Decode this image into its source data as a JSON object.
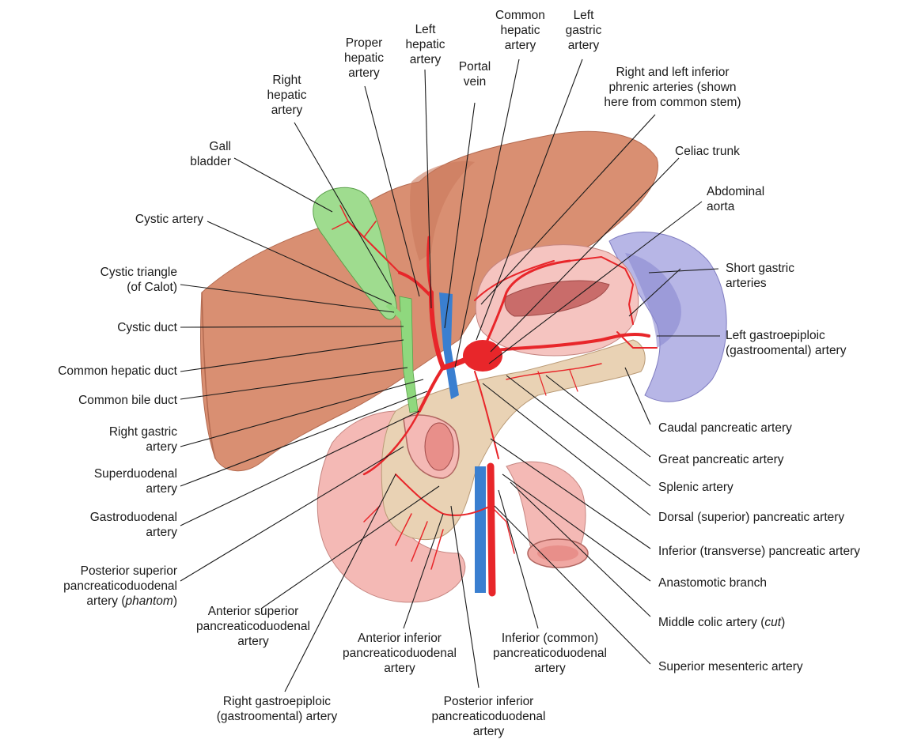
{
  "labels": {
    "proper_hepatic": "Proper\nhepatic\nartery",
    "left_hepatic": "Left\nhepatic\nartery",
    "common_hepatic": "Common\nhepatic\nartery",
    "left_gastric": "Left\ngastric\nartery",
    "right_hepatic": "Right\nhepatic\nartery",
    "portal_vein": "Portal\nvein",
    "phrenic": "Right and left inferior\nphrenic arteries (shown\nhere from common stem)",
    "celiac_trunk": "Celiac trunk",
    "gall_bladder": "Gall\nbladder",
    "abdominal_aorta": "Abdominal\naorta",
    "cystic_artery": "Cystic artery",
    "cystic_triangle": "Cystic triangle\n(of Calot)",
    "short_gastric": "Short gastric\narteries",
    "cystic_duct": "Cystic duct",
    "left_gastroepiploic": "Left gastroepiploic\n(gastroomental) artery",
    "common_hepatic_duct": "Common hepatic duct",
    "common_bile_duct": "Common bile duct",
    "caudal_pancreatic": "Caudal pancreatic artery",
    "right_gastric": "Right gastric\nartery",
    "great_pancreatic": "Great pancreatic artery",
    "superduodenal": "Superduodenal\nartery",
    "splenic": "Splenic artery",
    "gastroduodenal": "Gastroduodenal\nartery",
    "dorsal_pancreatic": "Dorsal (superior) pancreatic artery",
    "inferior_pancreatic": "Inferior (transverse) pancreatic artery",
    "post_sup_pd_a": "Posterior superior\npancreaticoduodenal\nartery (",
    "post_sup_pd_phantom": "phantom",
    "post_sup_pd_b": ")",
    "anastomotic": "Anastomotic branch",
    "ant_sup_pd": "Anterior superior\npancreaticoduodenal\nartery",
    "middle_colic_a": "Middle colic artery (",
    "middle_colic_cut": "cut",
    "middle_colic_b": ")",
    "ant_inf_pd": "Anterior inferior\npancreaticoduodenal\nartery",
    "inf_common_pd": "Inferior (common)\npancreaticoduodenal\nartery",
    "superior_mesenteric": "Superior mesenteric artery",
    "right_gastroepiploic": "Right gastroepiploic\n(gastroomental) artery",
    "post_inf_pd": "Posterior inferior\npancreaticoduodenal\nartery"
  },
  "colors": {
    "liver": "#d98f72",
    "liver_shadow": "#c97a5e",
    "gallbladder": "#9fdc8f",
    "stomach": "#f5c4c0",
    "pancreas": "#e9d2b4",
    "spleen": "#b7b6e6",
    "duodenum": "#f4b9b5",
    "artery": "#e8262a",
    "vein": "#3a7fd0",
    "bile_duct": "#8fd87e",
    "leader": "#1a1a1a"
  }
}
